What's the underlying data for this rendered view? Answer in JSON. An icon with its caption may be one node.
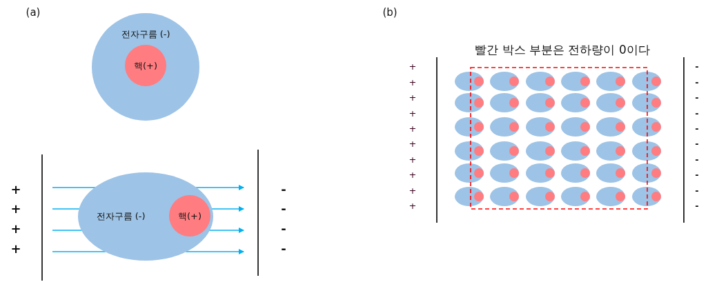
{
  "diagram": {
    "nodes": [
      {
        "text": [
          "전자구름 (-)"
        ]
      },
      {
        "text": [
          "핵(+)"
        ],
        "in": 0
      },
      {
        "text": [
          "전자구름 (-)"
        ]
      },
      {
        "text": [
          "핵(+)"
        ],
        "in": 2
      }
    ],
    "labels": [
      "(a)",
      "+",
      "+",
      "+",
      "+",
      "-",
      "-",
      "-",
      "-",
      "(b)",
      "빨간 박스 부분은 전하량이 0이다",
      "+",
      "+",
      "+",
      "+",
      "+",
      "+",
      "+",
      "+",
      "+",
      "+",
      "-",
      "-",
      "-",
      "-",
      "-",
      "-",
      "-",
      "-",
      "-",
      "-"
    ]
  }
}
